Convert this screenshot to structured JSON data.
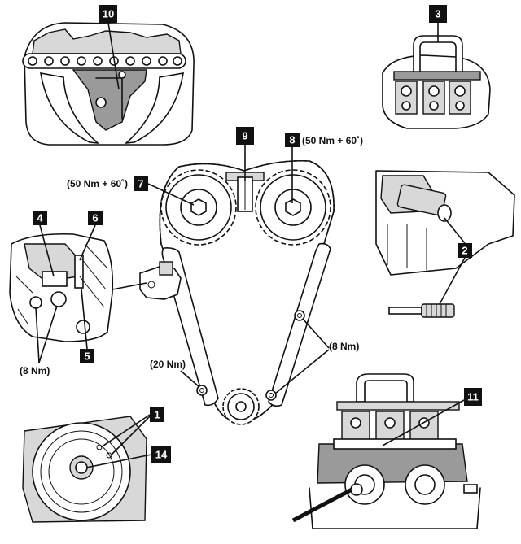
{
  "callouts": {
    "c1": "1",
    "c2": "2",
    "c3": "3",
    "c4": "4",
    "c5": "5",
    "c6": "6",
    "c7": "7",
    "c8": "8",
    "c9": "9",
    "c10": "10",
    "c11": "11",
    "c14": "14"
  },
  "torques": {
    "cam_inlet": "(50 Nm + 60˚)",
    "cam_exhaust": "(50 Nm + 60˚)",
    "tensioner_bolts": "(8 Nm)",
    "guide_bolts": "(8 Nm)",
    "guide_lower_bolt": "(20 Nm)"
  }
}
